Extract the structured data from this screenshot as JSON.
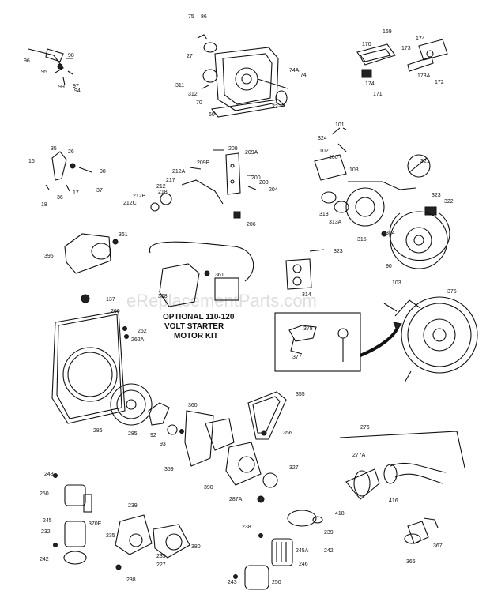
{
  "watermark": "eReplacementParts.com",
  "kit_caption": {
    "line1": "OPTIONAL 110-120",
    "line2": "VOLT STARTER",
    "line3": "MOTOR KIT"
  },
  "part_labels": [
    "75",
    "86",
    "27",
    "311",
    "312",
    "70",
    "60",
    "74A",
    "74",
    "23",
    "96",
    "98",
    "95",
    "99",
    "97",
    "94",
    "169",
    "170",
    "174",
    "171",
    "173",
    "174",
    "173A",
    "172",
    "35",
    "26",
    "16",
    "98",
    "36",
    "17",
    "37",
    "18",
    "209",
    "209B",
    "209A",
    "200",
    "212A",
    "217",
    "218",
    "212",
    "203",
    "204",
    "212B",
    "212C",
    "206",
    "101",
    "324",
    "102",
    "100",
    "103",
    "321",
    "313",
    "313A",
    "323",
    "322",
    "315",
    "314",
    "90",
    "395",
    "361",
    "323",
    "308",
    "361",
    "314",
    "137",
    "103",
    "375",
    "378",
    "377",
    "260",
    "262",
    "262A",
    "286",
    "285",
    "92",
    "93",
    "360",
    "359",
    "355",
    "356",
    "327",
    "390",
    "287A",
    "276",
    "277A",
    "416",
    "418",
    "243",
    "250",
    "245",
    "232",
    "370E",
    "242",
    "239",
    "235",
    "380",
    "227",
    "239",
    "238",
    "238",
    "239",
    "242",
    "245A",
    "246",
    "243",
    "250",
    "367",
    "366"
  ]
}
